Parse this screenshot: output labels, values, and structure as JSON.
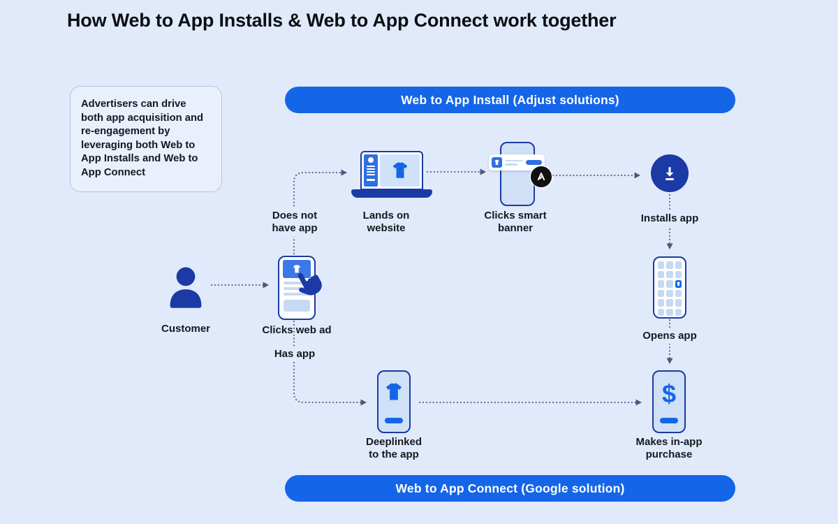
{
  "title": "How Web to App Installs & Web to App Connect work together",
  "callout": {
    "text": "Advertisers can drive both app acquisition and re-engagement by leveraging both Web to App Installs and Web to App Connect"
  },
  "banners": {
    "top": "Web to App Install (Adjust solutions)",
    "bottom": "Web to App Connect (Google solution)"
  },
  "flow": {
    "customer": {
      "label": "Customer"
    },
    "clicks_web_ad": {
      "label": "Clicks web ad"
    },
    "does_not_have_app": {
      "label": "Does not\nhave app"
    },
    "has_app": {
      "label": "Has app"
    },
    "lands_on_website": {
      "label": "Lands on\nwebsite"
    },
    "clicks_smart_banner": {
      "label": "Clicks smart\nbanner"
    },
    "installs_app": {
      "label": "Installs app"
    },
    "opens_app": {
      "label": "Opens app"
    },
    "makes_in_app_purchase": {
      "label": "Makes in-app\npurchase"
    },
    "deeplinked_to_the_app": {
      "label": "Deeplinked\nto the app"
    }
  },
  "icons": {
    "purchase_symbol": "$"
  },
  "colors": {
    "background": "#e1eafa",
    "banner_blue": "#1465e8",
    "navy": "#1b3aa5",
    "accent_blue": "#2e6fe2",
    "light_blue_fill": "#cfe0f7",
    "light_blue_lines": "#c7daf4",
    "connector": "#5c6a92",
    "arrowhead": "#4a5878",
    "text": "#15181f",
    "adjust_badge_bg": "#111111"
  }
}
